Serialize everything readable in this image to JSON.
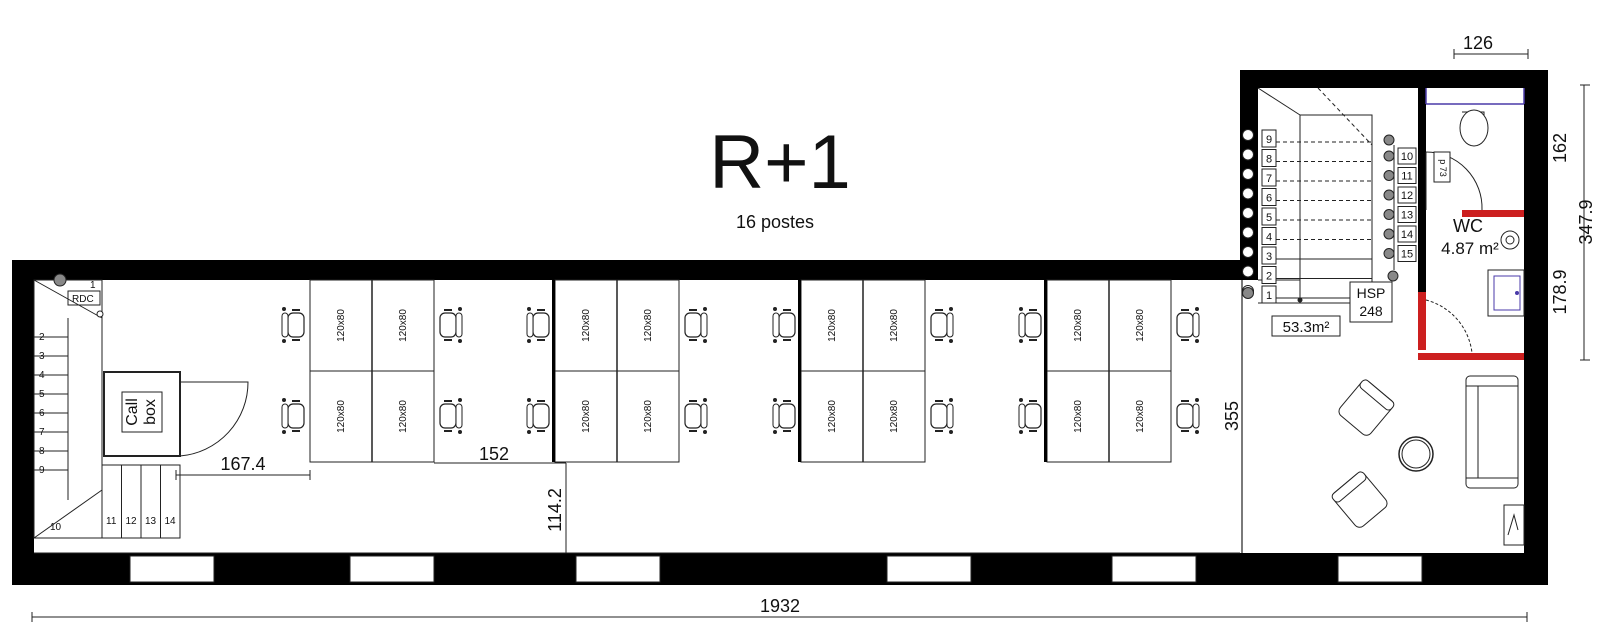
{
  "title": "R+1",
  "subtitle": "16 postes",
  "desk_label": "120x80",
  "rooms": {
    "wc_name": "WC",
    "wc_area": "4.87 m²",
    "landing_area": "53.3m²",
    "hsp_label": "HSP",
    "hsp_value": "248",
    "callbox_line1": "Call",
    "callbox_line2": "box",
    "rdc": "RDC",
    "p73": "p 73"
  },
  "dimensions": {
    "total_length": "1932",
    "top_width": "126",
    "right_162": "162",
    "right_347": "347.9",
    "right_178": "178.9",
    "height_355": "355",
    "d_167": "167.4",
    "d_152": "152",
    "d_114": "114.2"
  },
  "stairs_left": {
    "left_steps": [
      "1",
      "2",
      "3",
      "4",
      "5",
      "6",
      "7",
      "8",
      "9",
      "10"
    ],
    "bottom_steps": [
      "11",
      "12",
      "13",
      "14"
    ]
  },
  "stairs_right": {
    "left_steps": [
      "9",
      "8",
      "7",
      "6",
      "5",
      "4",
      "3",
      "2",
      "1"
    ],
    "right_steps": [
      "10",
      "11",
      "12",
      "13",
      "14",
      "15"
    ]
  },
  "colors": {
    "wall": "#000000",
    "accent_red": "#cc1f1f",
    "fixture_blue": "#4a3aa8"
  }
}
